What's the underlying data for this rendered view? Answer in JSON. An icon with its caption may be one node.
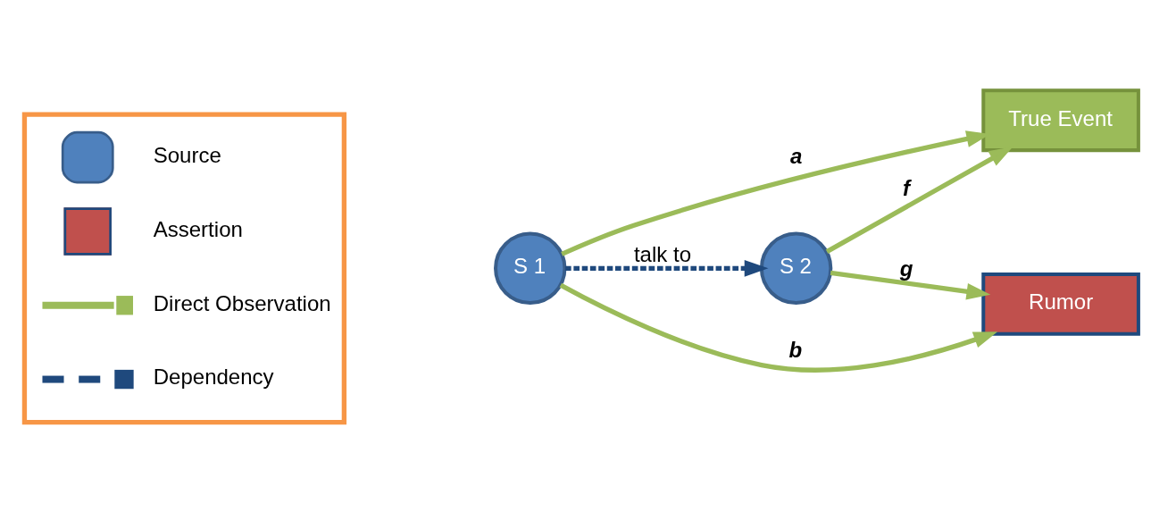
{
  "diagram": {
    "nodes": [
      {
        "text": [
          "S 1"
        ]
      },
      {
        "text": [
          "S 2"
        ]
      },
      {
        "text": [
          "True Event"
        ]
      },
      {
        "text": [
          "Rumor"
        ]
      }
    ],
    "edges": [
      {
        "from": 0,
        "to": 2,
        "arrow": "to",
        "label": "a"
      },
      {
        "from": 0,
        "to": 3,
        "arrow": "to",
        "label": "b"
      },
      {
        "from": 0,
        "to": 1,
        "arrow": "to",
        "label": "talk to",
        "style": "dashed",
        "color": "#1f497d"
      },
      {
        "from": 1,
        "to": 2,
        "arrow": "to",
        "label": "f"
      },
      {
        "from": 1,
        "to": 3,
        "arrow": "to",
        "label": "g"
      }
    ],
    "legend": [
      {
        "text": "Source"
      },
      {
        "text": "Assertion",
        "color": "#c0504d"
      },
      {
        "text": "Direct Observation"
      },
      {
        "text": "Dependency"
      }
    ]
  }
}
